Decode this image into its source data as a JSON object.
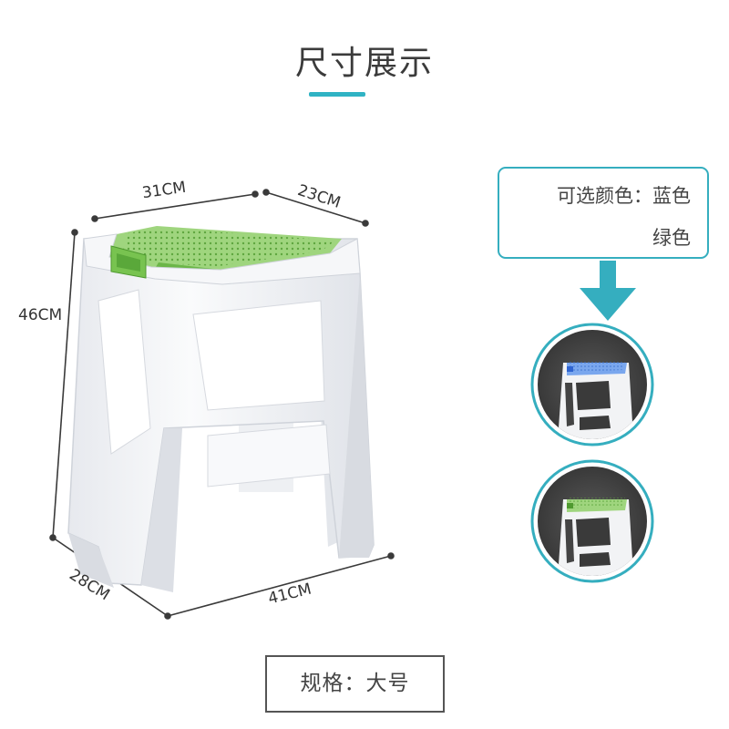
{
  "header": {
    "title": "尺寸展示"
  },
  "dimensions": {
    "top_width": "31CM",
    "top_depth": "23CM",
    "height": "46CM",
    "bottom_depth": "28CM",
    "bottom_width": "41CM"
  },
  "colors_callout": {
    "line1": "可选颜色：蓝色",
    "line2": "绿色"
  },
  "spec": {
    "label": "规格：大号"
  },
  "palette": {
    "accent": "#30b3c4",
    "seat_green": "#7cc35a",
    "seat_blue": "#5b8fe6",
    "stool_white": "#f4f5f7",
    "dark_bg": "#3a3a3a"
  }
}
